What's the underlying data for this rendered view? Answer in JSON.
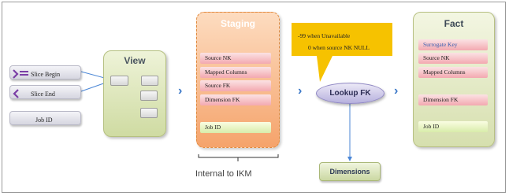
{
  "inputs": {
    "slice_begin": "Slice Begin",
    "slice_end": "Slice End",
    "job_id": "Job ID"
  },
  "view": {
    "title": "View"
  },
  "staging": {
    "title": "Staging",
    "items": [
      "Source NK",
      "Mapped Columns",
      "Source FK",
      "Dimension FK"
    ],
    "job_id": "Job ID",
    "caption": "Internal to IKM"
  },
  "callout": {
    "line1": "-99 when Unavailable",
    "line2": "0 when source NK NULL"
  },
  "lookup": {
    "label": "Lookup FK"
  },
  "dimensions": {
    "label": "Dimensions"
  },
  "fact": {
    "title": "Fact",
    "surrogate_key": "Surrogate Key",
    "source_nk": "Source NK",
    "mapped_columns": "Mapped Columns",
    "dimension_fk": "Dimension FK",
    "job_id": "Job ID"
  },
  "colors": {
    "chevron": "#3b78c8",
    "callout": "#f6c200",
    "arrow": "#4a86d6",
    "surrogate_key_text": "#3a5fb0"
  }
}
